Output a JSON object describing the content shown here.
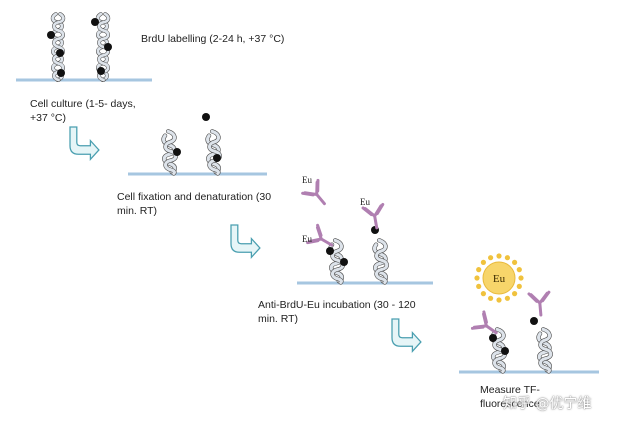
{
  "steps": [
    {
      "label_lines": [
        "BrdU labelling (2-24 h, +37 °C)"
      ]
    },
    {
      "label_lines": [
        "Cell culture (1-5- days,",
        "+37 °C)"
      ]
    },
    {
      "label_lines": [
        "Cell fixation and denaturation (30",
        "min. RT)"
      ]
    },
    {
      "label_lines": [
        "Anti-BrdU-Eu incubation (30 - 120",
        "min. RT)"
      ]
    },
    {
      "label_lines": [
        "Measure TF-",
        "fluorescence"
      ]
    }
  ],
  "eu_label": "Eu",
  "watermark": "知乎 @优宁维",
  "colors": {
    "surface": "#a6c6e0",
    "helix_fill": "#dde3ea",
    "helix_stroke": "#4d4d4d",
    "brdu_dot": "#111111",
    "arrow_fill": "#e6f5f7",
    "arrow_stroke": "#4a9fb0",
    "antibody": "#b07fb1",
    "eu_core": "#f7d56a",
    "eu_ray": "#f0c23d"
  }
}
